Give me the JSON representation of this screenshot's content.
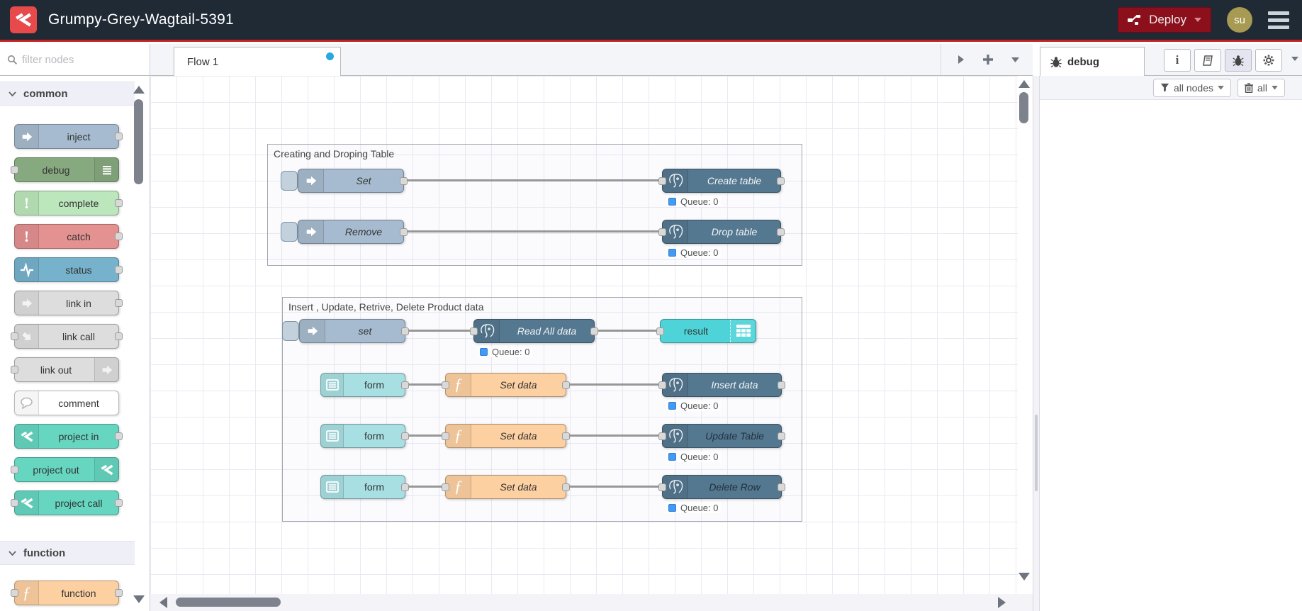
{
  "header": {
    "title": "Grumpy-Grey-Wagtail-5391",
    "deploy_label": "Deploy",
    "avatar_initials": "su"
  },
  "palette": {
    "filter_placeholder": "filter nodes",
    "categories": [
      {
        "label": "common",
        "nodes": [
          {
            "label": "inject"
          },
          {
            "label": "debug"
          },
          {
            "label": "complete"
          },
          {
            "label": "catch"
          },
          {
            "label": "status"
          },
          {
            "label": "link in"
          },
          {
            "label": "link call"
          },
          {
            "label": "link out"
          },
          {
            "label": "comment"
          },
          {
            "label": "project in"
          },
          {
            "label": "project out"
          },
          {
            "label": "project call"
          }
        ]
      },
      {
        "label": "function",
        "nodes": [
          {
            "label": "function"
          }
        ]
      }
    ]
  },
  "workspace": {
    "tab_label": "Flow 1",
    "status_label": "Queue: 0",
    "groups": [
      {
        "title": "Creating and Droping Table"
      },
      {
        "title": "Insert , Update, Retrive, Delete Product data"
      }
    ],
    "nodes": {
      "set_inject": "Set",
      "remove_inject": "Remove",
      "create_table": "Create table",
      "drop_table": "Drop table",
      "set2_inject": "set",
      "read_all": "Read All data",
      "result": "result",
      "form1": "form",
      "form2": "form",
      "form3": "form",
      "setdata1": "Set data",
      "setdata2": "Set data",
      "setdata3": "Set data",
      "insert_data": "Insert data",
      "update_table": "Update Table",
      "delete_row": "Delete Row"
    }
  },
  "sidebar": {
    "tab_label": "debug",
    "filter_button_label": "all nodes",
    "clear_button_label": "all"
  },
  "icons": {
    "logo": "node-red-logo",
    "deploy": "deploy-wire-icon",
    "menu": "hamburger-menu-icon",
    "search": "search-icon",
    "info": "info-icon",
    "book": "book-icon",
    "bug": "bug-icon",
    "gear": "gear-icon",
    "funnel": "funnel-icon",
    "trash": "trash-icon",
    "postgres": "postgres-elephant-icon",
    "table": "table-grid-icon",
    "form": "form-icon",
    "function": "function-f-icon",
    "inject": "inject-arrow-icon"
  },
  "colors": {
    "header_bg": "#1f2a35",
    "accent_red": "#c32222",
    "deploy_bg": "#8c101c",
    "logo_red": "#e8494a",
    "avatar_bg": "#a79a52",
    "inject": "#a6bbcf",
    "debug": "#87a980",
    "complete": "#bce7bc",
    "catch": "#e49191",
    "status": "#77b2cc",
    "link": "#dddddd",
    "comment": "#ffffff",
    "project": "#66d6c1",
    "function": "#fdd0a2",
    "postgres": "#547890",
    "form": "#a8dfe2",
    "result": "#4ed4d8",
    "status_dot": "#429af3",
    "wire": "#979797",
    "tab_dirty_dot": "#29a8e0"
  }
}
